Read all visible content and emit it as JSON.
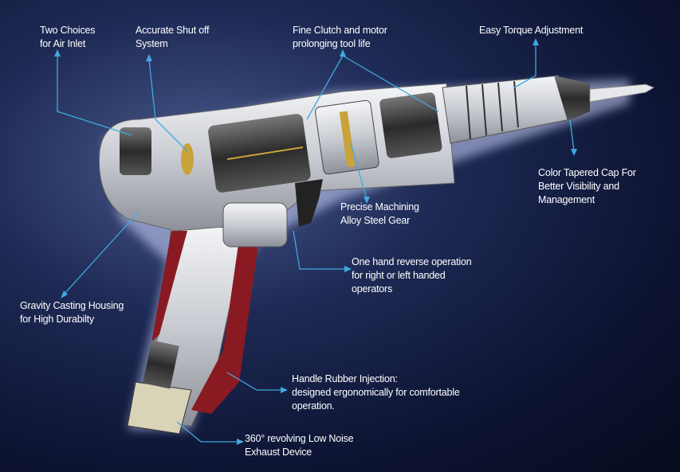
{
  "callouts": {
    "air_inlet": [
      "Two Choices",
      "for Air Inlet"
    ],
    "shut_off": [
      "Accurate Shut off",
      "System"
    ],
    "clutch": [
      "Fine Clutch and motor",
      "prolonging tool life"
    ],
    "torque": [
      "Easy Torque Adjustment"
    ],
    "cap": [
      "Color Tapered Cap For",
      "Better Visibility and",
      "Management"
    ],
    "gear": [
      "Precise Machining",
      "Alloy Steel Gear"
    ],
    "reverse": [
      "One hand reverse operation",
      "for right or left handed",
      "operators"
    ],
    "housing": [
      "Gravity Casting Housing",
      "for High Durabilty"
    ],
    "rubber": [
      "Handle Rubber Injection:",
      "designed ergonomically for comfortable",
      "operation."
    ],
    "exhaust": [
      "360° revolving Low Noise",
      "Exhaust Device"
    ]
  },
  "colors": {
    "leader": "#3fa9e0",
    "rubber": "#8a1a22",
    "metal": "#d8dade"
  }
}
